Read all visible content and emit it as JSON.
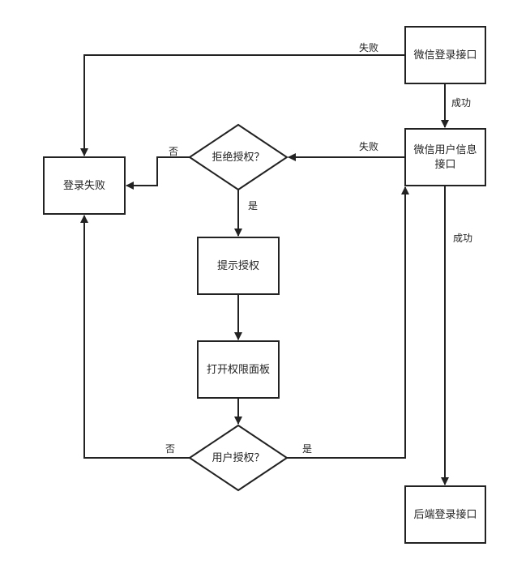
{
  "nodes": {
    "wechat_login": "微信登录接口",
    "wechat_userinfo_line1": "微信用户信息",
    "wechat_userinfo_line2": "接口",
    "login_fail": "登录失败",
    "refuse_auth": "拒绝授权？",
    "prompt_auth": "提示授权",
    "open_panel": "打开权限面板",
    "user_auth": "用户授权？",
    "backend_login": "后端登录接口"
  },
  "edges": {
    "fail_top": "失败",
    "success_1": "成功",
    "fail_mid": "失败",
    "no_top": "否",
    "yes_top": "是",
    "success_2": "成功",
    "no_bottom": "否",
    "yes_bottom": "是"
  }
}
